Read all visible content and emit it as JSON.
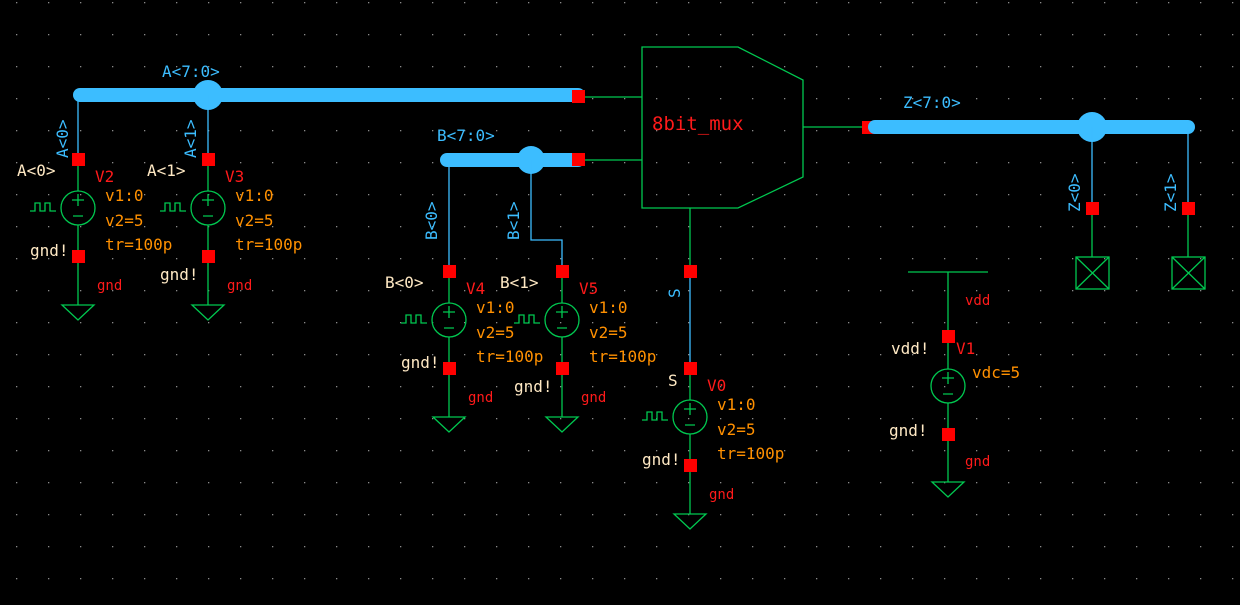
{
  "colors": {
    "background": "#000000",
    "bus": "#3cbdff",
    "wire": "#00c850",
    "pin": "#ff0000",
    "param": "#ff9000",
    "instance": "#ff1a1a",
    "netlabel": "#ffe9c4"
  },
  "buses": {
    "a": "A<7:0>",
    "b": "B<7:0>",
    "z": "Z<7:0>"
  },
  "taps": {
    "a0": "A<0>",
    "a1": "A<1>",
    "b0": "B<0>",
    "b1": "B<1>",
    "z0": "Z<0>",
    "z1": "Z<1>",
    "s": "S"
  },
  "mux": {
    "name": "8bit_mux"
  },
  "sources": [
    {
      "inst": "V2",
      "net": "A<0>",
      "v1": "v1:0",
      "v2": "v2=5",
      "tr": "tr=100p",
      "gnd_net": "gnd!",
      "gnd": "gnd"
    },
    {
      "inst": "V3",
      "net": "A<1>",
      "v1": "v1:0",
      "v2": "v2=5",
      "tr": "tr=100p",
      "gnd_net": "gnd!",
      "gnd": "gnd"
    },
    {
      "inst": "V4",
      "net": "B<0>",
      "v1": "v1:0",
      "v2": "v2=5",
      "tr": "tr=100p",
      "gnd_net": "gnd!",
      "gnd": "gnd"
    },
    {
      "inst": "V5",
      "net": "B<1>",
      "v1": "v1:0",
      "v2": "v2=5",
      "tr": "tr=100p",
      "gnd_net": "gnd!",
      "gnd": "gnd"
    },
    {
      "inst": "V0",
      "net": "S",
      "v1": "v1:0",
      "v2": "v2=5",
      "tr": "tr=100p",
      "gnd_net": "gnd!",
      "gnd": "gnd"
    }
  ],
  "dc_source": {
    "inst": "V1",
    "net": "vdd!",
    "vdc": "vdc=5",
    "gnd_net": "gnd!",
    "gnd": "gnd",
    "vdd": "vdd"
  }
}
